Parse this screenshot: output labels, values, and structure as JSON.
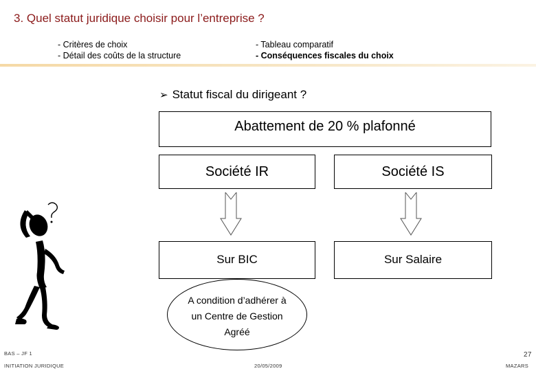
{
  "slide": {
    "title": "3. Quel statut juridique choisir pour l’entreprise ?",
    "subtitle_left": [
      "- Critères de choix",
      "- Détail des coûts de la structure"
    ],
    "subtitle_right": [
      "- Tableau comparatif",
      "- Conséquences fiscales du choix"
    ],
    "bullet": "Statut fiscal du dirigeant ?",
    "top_box": "Abattement de 20 % plafonné",
    "col_ir": {
      "header": "Société IR",
      "result": "Sur BIC"
    },
    "col_is": {
      "header": "Société IS",
      "result": "Sur Salaire"
    },
    "condition": "A condition d’adhérer à un Centre de Gestion Agréé"
  },
  "footer": {
    "left_top": "BAS – JF 1",
    "left_bottom": "INITIATION JURIDIQUE",
    "date": "20/05/2009",
    "page_number": "27",
    "brand": "MAZARS"
  },
  "colors": {
    "title": "#8b1a1a",
    "divider": "#f5d9a6"
  },
  "icons": {
    "bullet": "arrow-right-icon",
    "figure": "thinking-person-icon"
  }
}
